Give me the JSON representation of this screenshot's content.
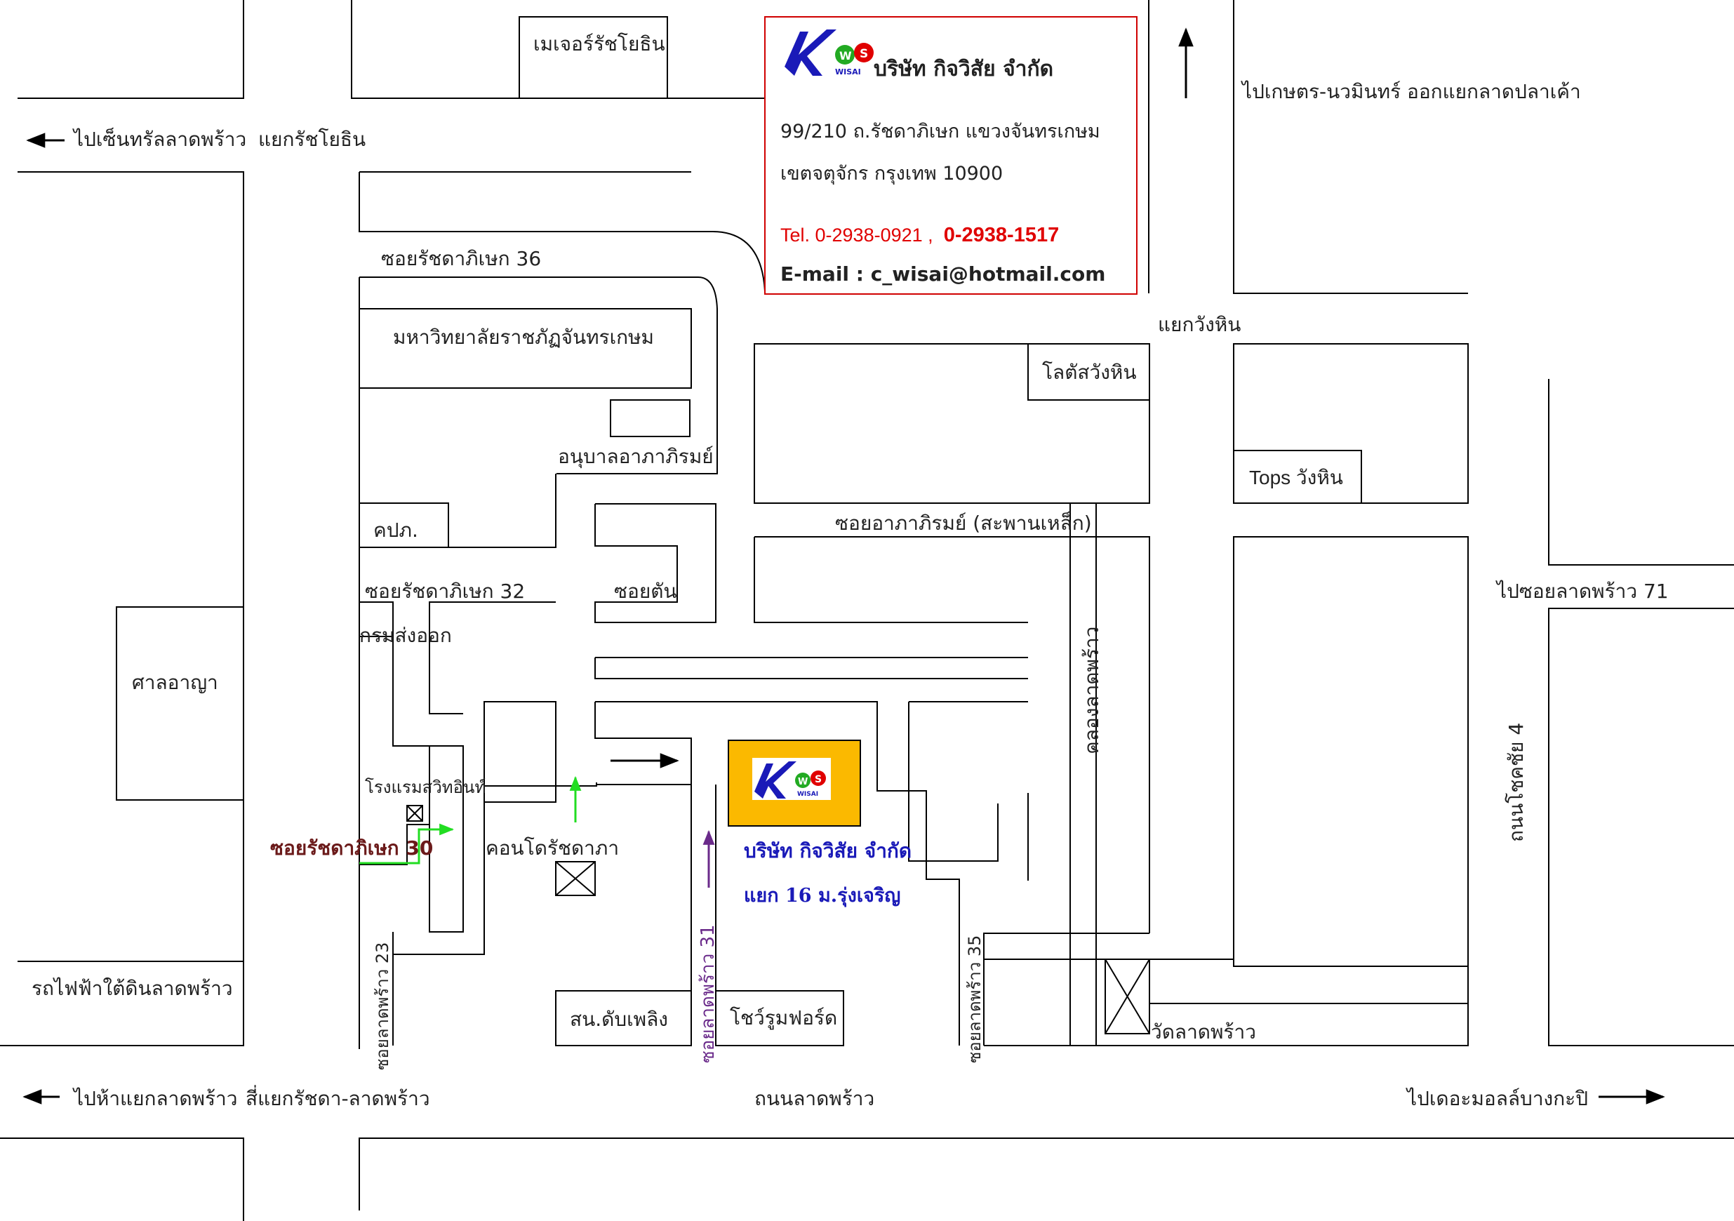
{
  "company": {
    "logo_text": "WISAI",
    "name": "บริษัท กิจวิสัย จำกัด",
    "address_line1": "99/210 ถ.รัชดาภิเษก แขวงจันทรเกษม",
    "address_line2": "เขตจตุจักร กรุงเทพ 10900",
    "tel_prefix": "Tel. 0-2938-0921 ,",
    "tel_bold": "0-2938-1517",
    "email": "E-mail : c_wisai@hotmail.com"
  },
  "marker": {
    "logo_text": "WISAI",
    "name": "บริษัท กิจวิสัย จำกัด",
    "sub": "แยก 16 ม.รุ่งเจริญ",
    "box_color": "#fbb900"
  },
  "labels": {
    "major_rachayothin": "เมเจอร์รัชโยธิน",
    "to_central": "ไปเซ็นทรัลลาดพร้าว",
    "rachayothin_junction": "แยกรัชโยธิน",
    "to_kaset": "ไปเกษตร-นวมินทร์ ออกแยกลาดปลาเค้า",
    "soi_ratchada_36": "ซอยรัชดาภิเษก 36",
    "university": "มหาวิทยาลัยราชภัฏจันทรเกษม",
    "wang_hin_junction": "แยกวังหิน",
    "lotus_wang_hin": "โลตัสวังหิน",
    "kindergarten": "อนุบาลอาภาภิรมย์",
    "tops_wang_hin": "Tops วังหิน",
    "kpp": "คปภ.",
    "soi_arpaphirom": "ซอยอาภาภิรมย์ (สะพานเหล็ก)",
    "soi_ratchada_32": "ซอยรัชดาภิเษก 32",
    "dead_end": "ซอยตัน",
    "to_soi_ladprao_71": "ไปซอยลาดพร้าว 71",
    "export_dept": "กรมส่งออก",
    "court": "ศาลอาญา",
    "khlong_ladprao": "คลองลาดพร้าว",
    "chokchai_4": "ถนนโชคชัย 4",
    "swissotel": "โรงแรมสวิทอินท์",
    "condo": "คอนโดรัชดาภา",
    "soi_ratchada_30": "ซอยรัชดาภิเษก 30",
    "mrt_ladprao": "รถไฟฟ้าใต้ดินลาดพร้าว",
    "soi_ladprao_23": "ซอยลาดพร้าว 23",
    "fire_station": "สน.ดับเพลิง",
    "soi_ladprao_31": "ซอยลาดพร้าว 31",
    "showroom_ford": "โชว์รูมฟอร์ด",
    "soi_ladprao_35": "ซอยลาดพร้าว 35",
    "wat_ladprao": "วัดลาดพร้าว",
    "to_ha_yaek": "ไปห้าแยกลาดพร้าว",
    "ratchada_ladprao_intersection": "สี่แยกรัชดา-ลาดพร้าว",
    "ladprao_road": "ถนนลาดพร้าว",
    "to_the_mall": "ไปเดอะมอลล์บางกะปิ"
  },
  "colors": {
    "info_border": "#d00000",
    "company_blue": "#1a1ab8",
    "phone_red": "#e00000",
    "route_green": "#22dd22",
    "soi30_label": "#6b1a1a",
    "soi31_label": "#6a2a8a"
  }
}
